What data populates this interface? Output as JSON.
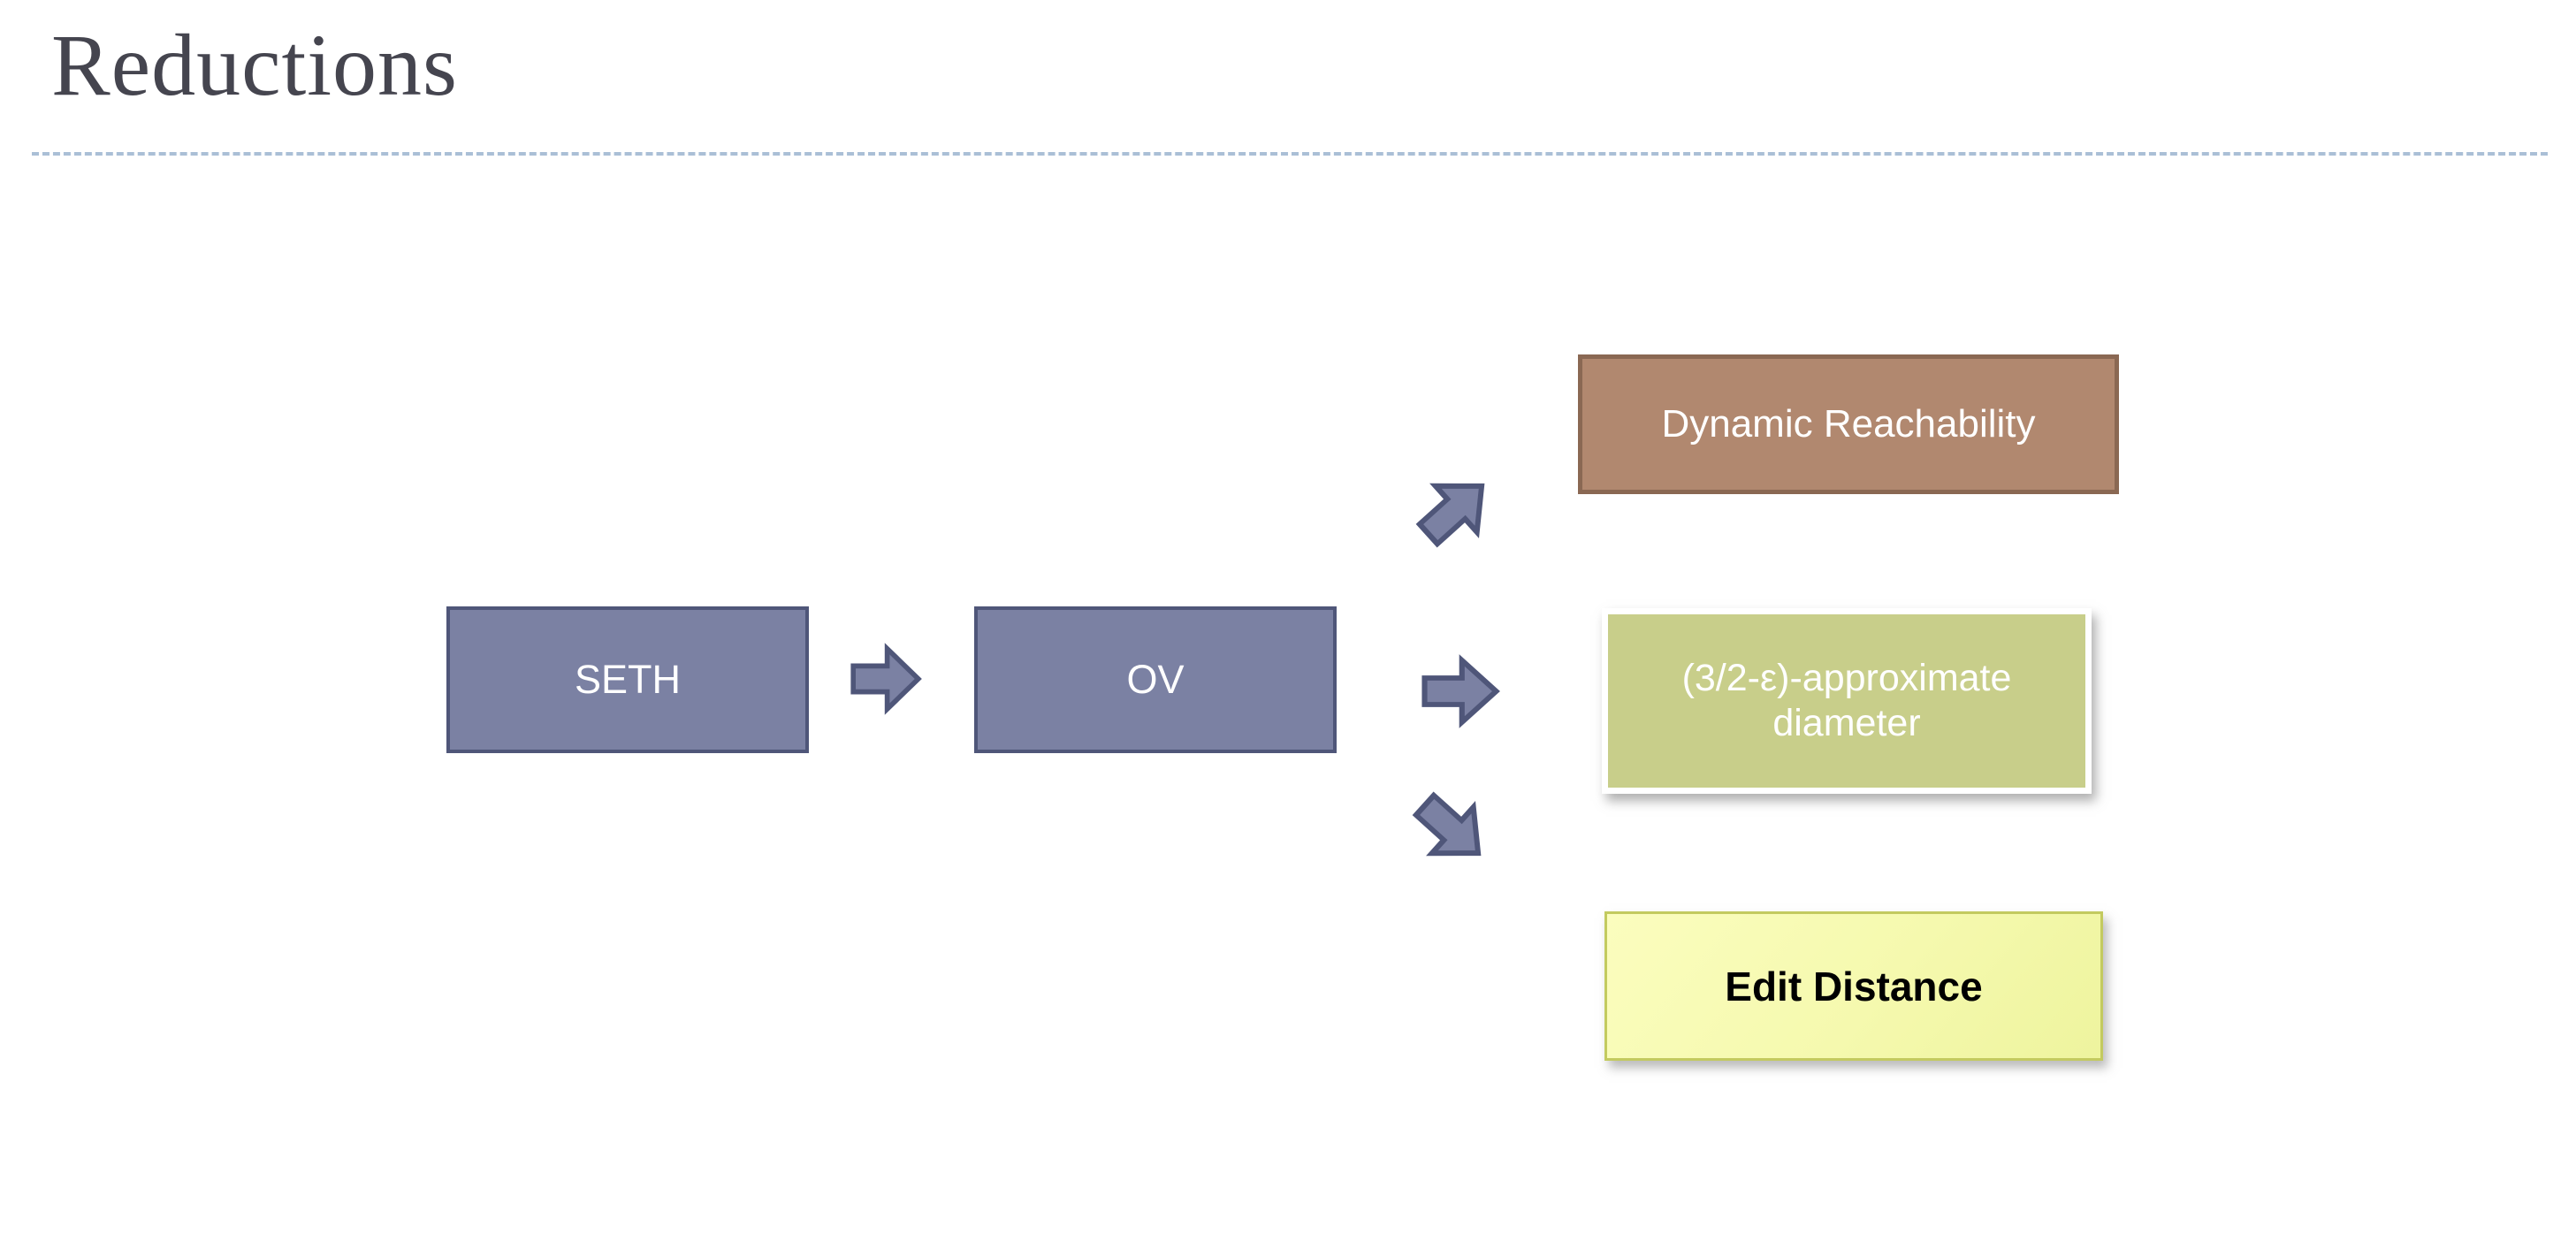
{
  "slide": {
    "title": "Reductions"
  },
  "colors": {
    "title_text": "#45454f",
    "divider_dash": "#aabfd6",
    "node_slate_fill": "#7b81a3",
    "node_slate_border": "#4f5679",
    "node_brown_fill": "#b1886f",
    "node_brown_border": "#8a6853",
    "node_olive_fill": "#c8ce8a",
    "node_olive_frame": "#ffffff",
    "node_yellow_fill_top": "#fbfdbe",
    "node_yellow_fill_bottom": "#eef49e",
    "node_yellow_border": "#c3ca5f",
    "arrow_fill": "#7b81a3",
    "arrow_stroke": "#4f5679",
    "node_text_light": "#ffffff",
    "node_text_dark": "#000000"
  },
  "diagram": {
    "nodes": {
      "seth": {
        "label": "SETH"
      },
      "ov": {
        "label": "OV"
      },
      "dynamic_reachability": {
        "label": "Dynamic Reachability"
      },
      "approx_diameter": {
        "label_line1": "(3/2-ε)-approximate",
        "label_line2": "diameter"
      },
      "edit_distance": {
        "label": "Edit Distance"
      }
    },
    "edges": [
      {
        "from": "SETH",
        "to": "OV"
      },
      {
        "from": "OV",
        "to": "Dynamic Reachability"
      },
      {
        "from": "OV",
        "to": "(3/2-ε)-approximate diameter"
      },
      {
        "from": "OV",
        "to": "Edit Distance"
      }
    ]
  }
}
